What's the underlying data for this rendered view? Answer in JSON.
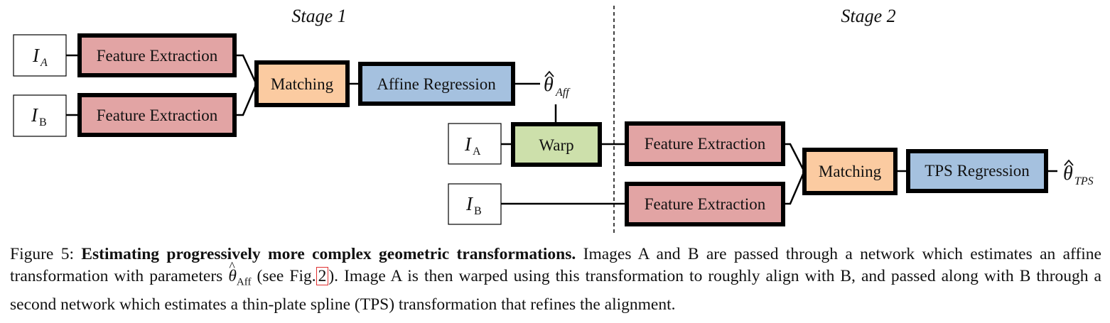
{
  "diagram": {
    "stage1_label": "Stage 1",
    "stage2_label": "Stage 2",
    "stage1": {
      "input_a": {
        "base": "I",
        "sub": "A"
      },
      "input_b": {
        "base": "I",
        "sub": "B"
      },
      "feature_a": "Feature Extraction",
      "feature_b": "Feature Extraction",
      "matching": "Matching",
      "regression": "Affine Regression",
      "output": {
        "base": "θ",
        "sub": "Aff"
      }
    },
    "warp": "Warp",
    "stage2": {
      "input_a": {
        "base": "I",
        "sub": "A"
      },
      "input_b": {
        "base": "I",
        "sub": "B"
      },
      "feature_a": "Feature Extraction",
      "feature_b": "Feature Extraction",
      "matching": "Matching",
      "regression": "TPS Regression",
      "output": {
        "base": "θ",
        "sub": "TPS"
      }
    },
    "colors": {
      "feature": "#e2a4a4",
      "matching": "#fbcba1",
      "regression": "#a5c1df",
      "warp": "#cde0ab",
      "input": "#ffffff",
      "stroke": "#000000"
    }
  },
  "caption": {
    "prefix": "Figure 5: ",
    "bold": "Estimating progressively more complex geometric transformations.",
    "part1": " Images A and B are passed through a network which estimates an affine transformation with parameters ",
    "theta": "θ",
    "theta_sub": "Aff",
    "part2": " (see Fig.",
    "fig_ref": "2",
    "part3": "). Image A is then warped using this transformation to roughly align with B, and passed along with B through a second network which estimates a thin-plate spline (TPS) transformation that refines the alignment."
  }
}
